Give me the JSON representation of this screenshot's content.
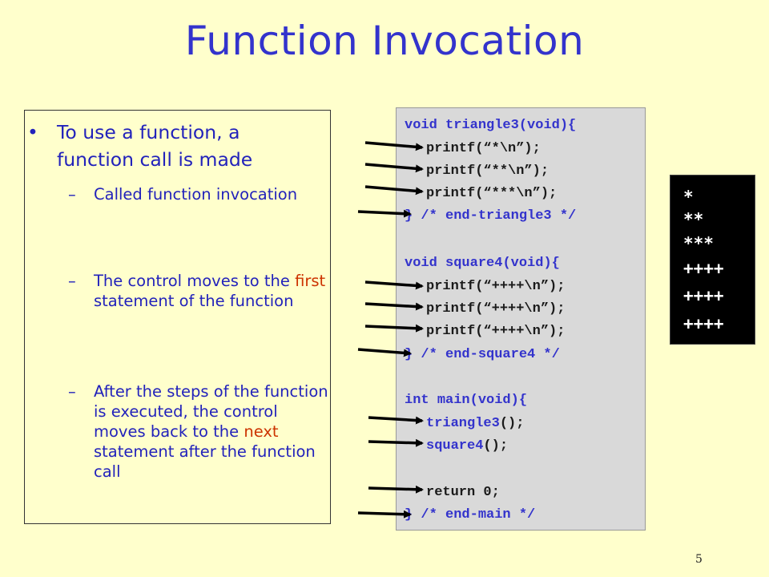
{
  "slide": {
    "title": "Function Invocation",
    "page_number": "5"
  },
  "bullets": {
    "main": "To use a function, a function call is made",
    "sub1": "Called function invocation",
    "sub2_a": "The control moves to the ",
    "sub2_red": "first",
    "sub2_b": " statement of the function",
    "sub3_a": "After the steps of the function is executed, the control moves back to the ",
    "sub3_red": "next",
    "sub3_b": " statement after the function call",
    "bullet_glyph": "•",
    "dash_glyph": "–"
  },
  "code": {
    "l1_k": "void ",
    "l1_f": "triangle3",
    "l1_r": "(void){",
    "l2": "printf(“*\\n”);",
    "l3": "printf(“**\\n”);",
    "l4": "printf(“***\\n”);",
    "l5": "} /* end-triangle3 */",
    "l6_k": "void ",
    "l6_f": "square4",
    "l6_r": "(void){",
    "l7": "printf(“++++\\n”);",
    "l8": "printf(“++++\\n”);",
    "l9": "printf(“++++\\n”);",
    "l10": "} /* end-square4 */",
    "l11_k": "int ",
    "l11_f": "main",
    "l11_r": "(void){",
    "l12_f": "triangle3",
    "l12_r": "();",
    "l13_f": "square4",
    "l13_r": "();",
    "l14": "return 0;",
    "l15": "} /* end-main */"
  },
  "output": {
    "lines": [
      "*",
      "**",
      "***",
      "++++",
      "++++",
      "++++"
    ]
  }
}
